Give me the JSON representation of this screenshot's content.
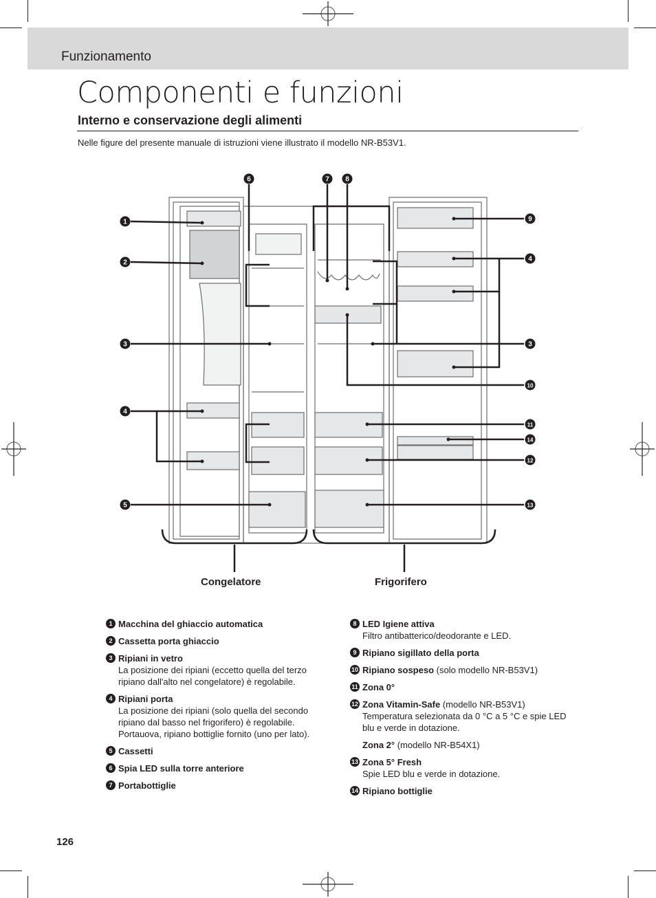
{
  "header": {
    "section": "Funzionamento",
    "title": "Componenti e funzioni",
    "subtitle": "Interno e conservazione degli alimenti",
    "intro": "Nelle figure del presente manuale di istruzioni viene illustrato il modello NR-B53V1."
  },
  "figure": {
    "caption_freezer": "Congelatore",
    "caption_fridge": "Frigorifero",
    "callout_numbers": [
      "1",
      "2",
      "3",
      "4",
      "5",
      "6",
      "7",
      "8",
      "9",
      "10",
      "11",
      "12",
      "13",
      "14"
    ]
  },
  "legend": {
    "left": [
      {
        "num": "1",
        "title": "Macchina del ghiaccio automatica",
        "detail": "",
        "desc": ""
      },
      {
        "num": "2",
        "title": "Cassetta porta ghiaccio",
        "detail": "",
        "desc": ""
      },
      {
        "num": "3",
        "title": "Ripiani in vetro",
        "detail": "",
        "desc": "La posizione dei ripiani (eccetto quella del terzo ripiano dall'alto nel congelatore) è regolabile."
      },
      {
        "num": "4",
        "title": "Ripiani porta",
        "detail": "",
        "desc": "La posizione dei ripiani (solo quella del secondo ripiano dal basso nel frigorifero) è regolabile. Portauova, ripiano bottiglie fornito (uno per lato)."
      },
      {
        "num": "5",
        "title": "Cassetti",
        "detail": "",
        "desc": ""
      },
      {
        "num": "6",
        "title": "Spia LED sulla torre anteriore",
        "detail": "",
        "desc": ""
      },
      {
        "num": "7",
        "title": "Portabottiglie",
        "detail": "",
        "desc": ""
      }
    ],
    "right": [
      {
        "num": "8",
        "title": "LED Igiene attiva",
        "detail": "",
        "desc": "Filtro antibatterico/deodorante e LED."
      },
      {
        "num": "9",
        "title": "Ripiano sigillato della porta",
        "detail": "",
        "desc": ""
      },
      {
        "num": "10",
        "title": "Ripiano sospeso",
        "detail": " (solo modello NR-B53V1)",
        "desc": ""
      },
      {
        "num": "11",
        "title": "Zona 0°",
        "detail": "",
        "desc": ""
      },
      {
        "num": "12",
        "title": "Zona Vitamin-Safe",
        "detail": " (modello NR-B53V1)",
        "desc": "Temperatura selezionata da 0 °C a 5 °C e spie LED blu e verde in dotazione."
      },
      {
        "num": "13",
        "title": "Zona 5° Fresh",
        "detail": "",
        "desc": "Spie LED blu e verde in dotazione."
      },
      {
        "num": "14",
        "title": "Ripiano bottiglie",
        "detail": "",
        "desc": ""
      }
    ],
    "zona2_title": "Zona 2°",
    "zona2_detail": " (modello NR-B54X1)"
  },
  "footer": {
    "page_number": "126"
  },
  "colors": {
    "ink": "#231f20",
    "band": "#d9d9d9",
    "line": "#3c3c3c"
  }
}
